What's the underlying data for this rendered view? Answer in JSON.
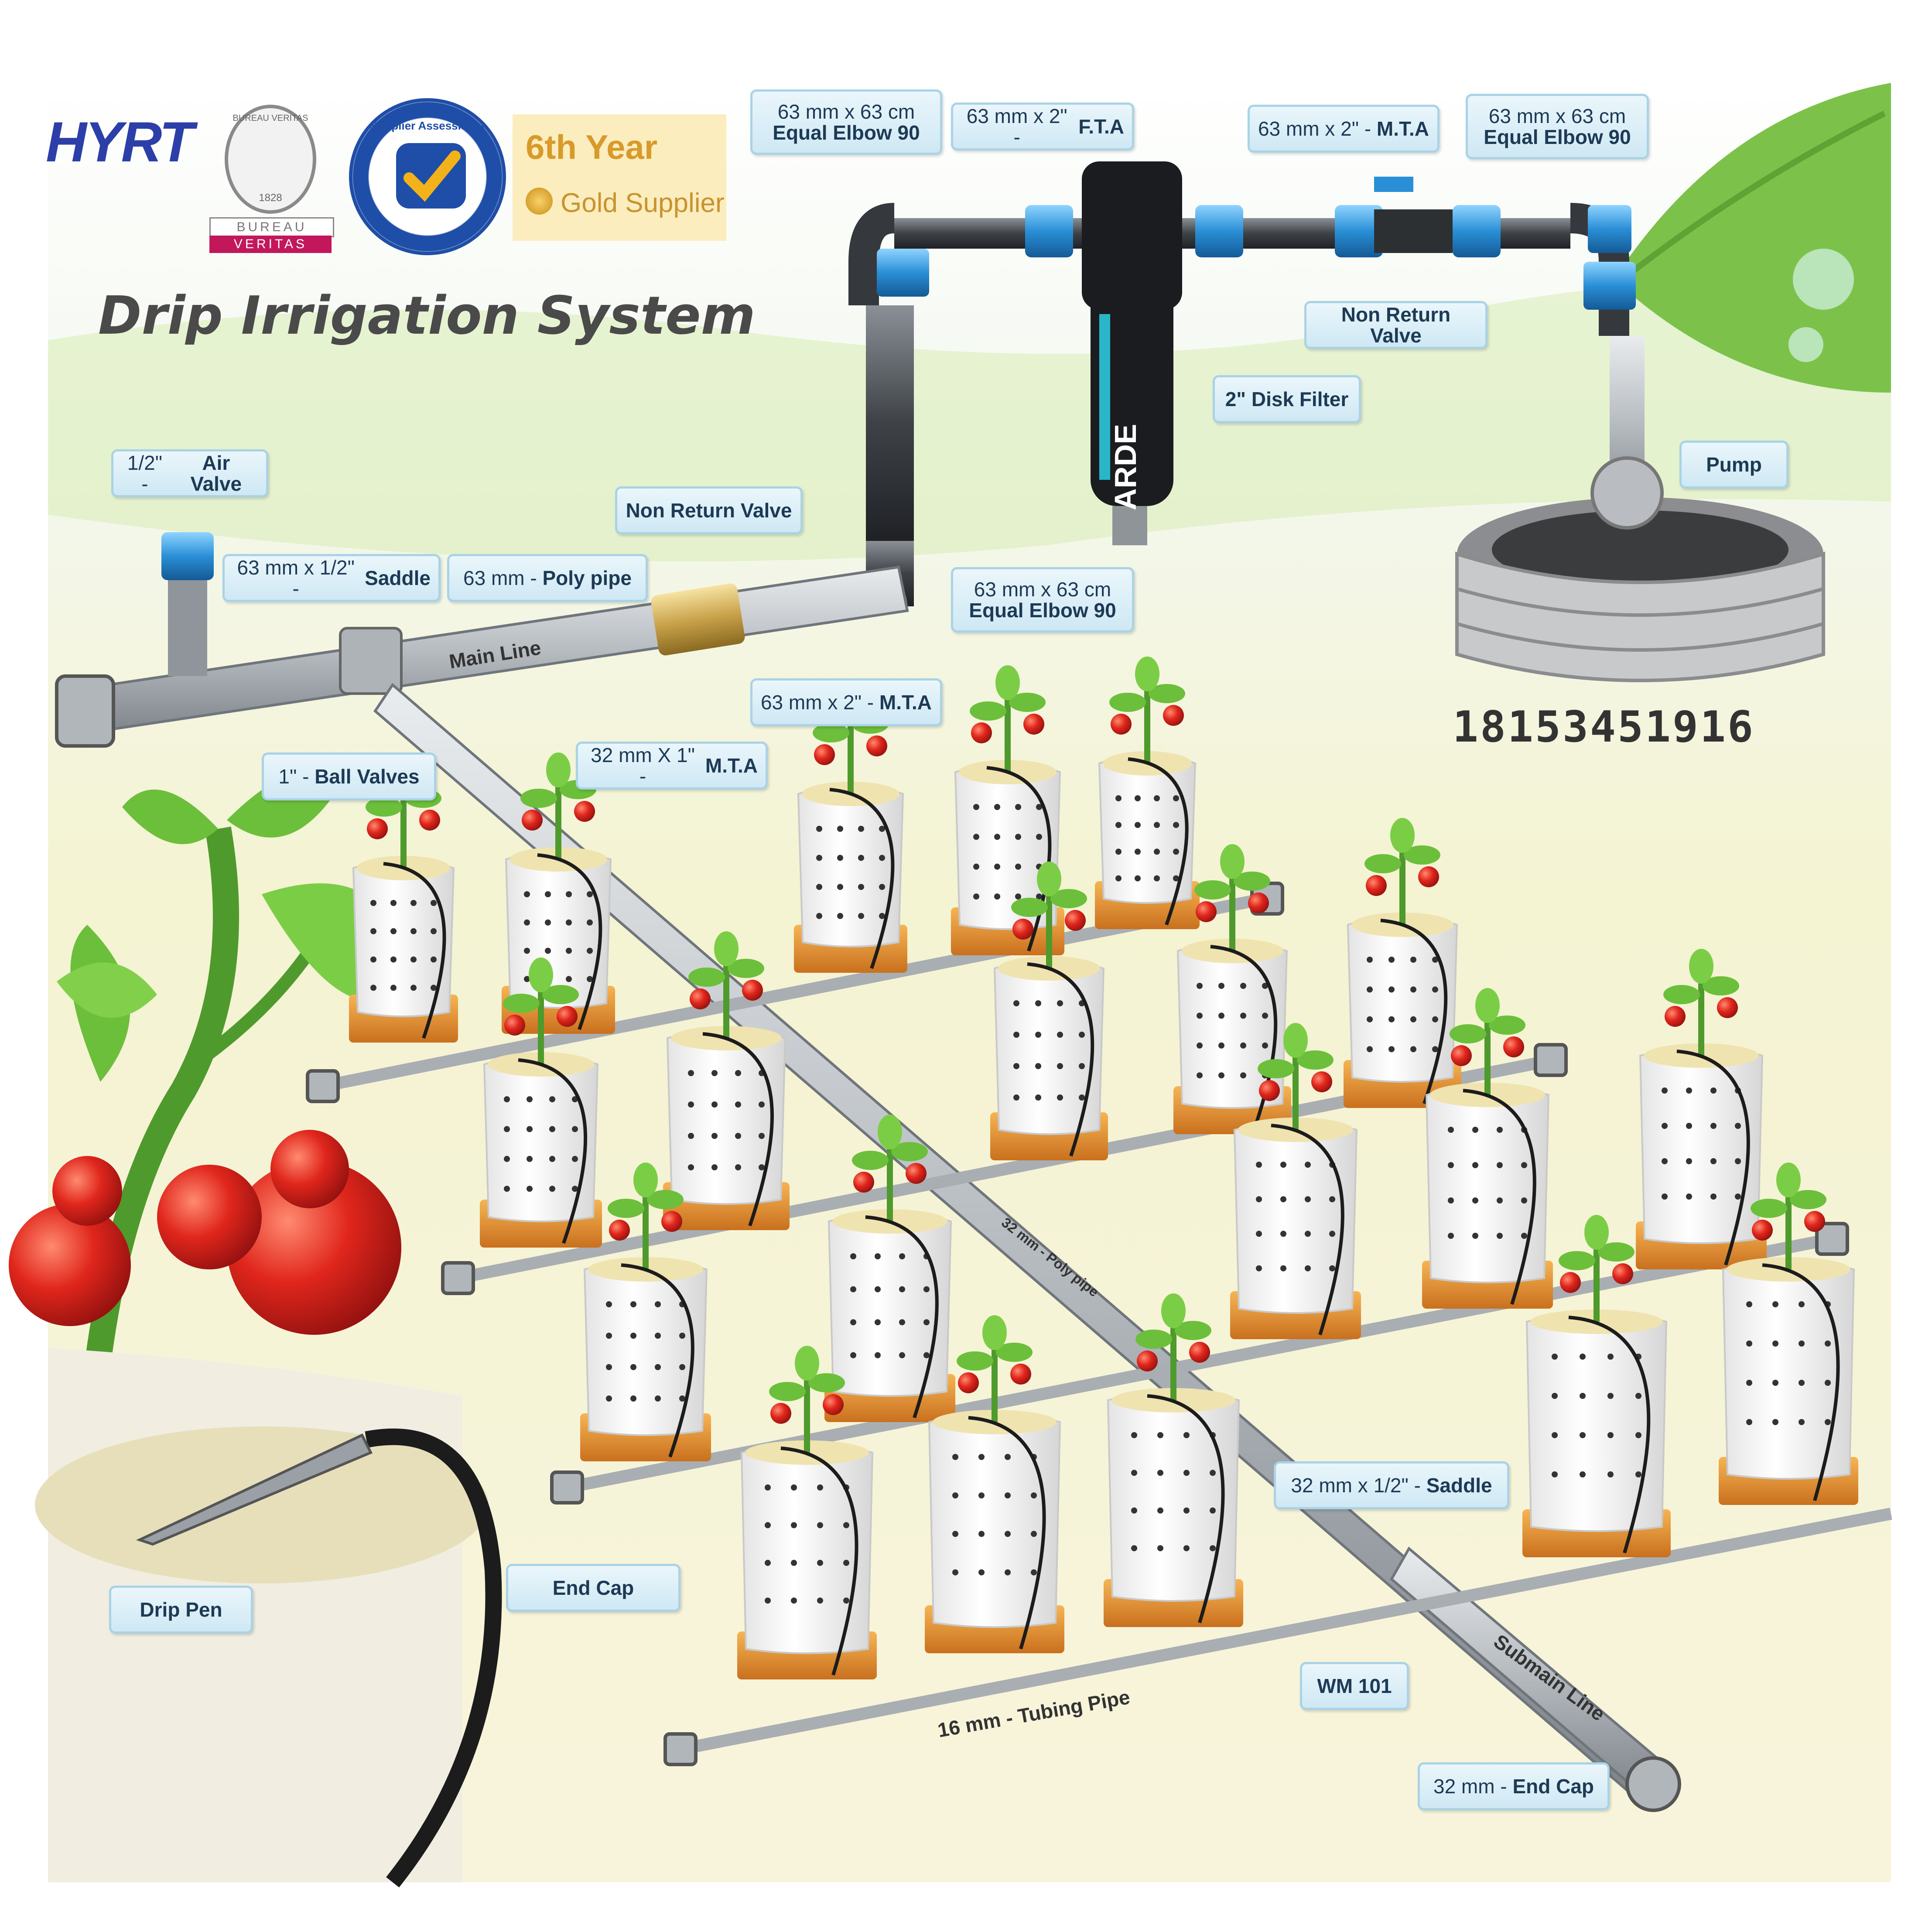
{
  "title": "Drip Irrigation System",
  "phone": "18153451916",
  "brand": {
    "logo": "HYRT",
    "bv_ring": "BUREAU VERITAS",
    "bv_year": "1828",
    "bv_bar_top": "BUREAU",
    "bv_bar_bottom": "VERITAS",
    "seal_ring": "Supplier Assessment",
    "badge_year": "6th Year",
    "badge_supplier": "Gold Supplier"
  },
  "filter_brand": "ARDE",
  "callouts": {
    "elbow_top_left": {
      "l1": "63 mm x 63 cm",
      "l2": "Equal Elbow 90"
    },
    "fta": {
      "light": "63 mm x 2\" - ",
      "bold": "F.T.A"
    },
    "mta_top": {
      "light": "63 mm x 2\" - ",
      "bold": "M.T.A"
    },
    "elbow_top_right": {
      "l1": "63 mm x 63 cm",
      "l2": "Equal Elbow 90"
    },
    "non_return_top": "Non Return Valve",
    "disk_filter": "2\" Disk Filter",
    "pump": "Pump",
    "air_valve": {
      "light": "1/2\" - ",
      "bold": "Air Valve"
    },
    "non_return_main": "Non Return Valve",
    "saddle_main": {
      "light": "63 mm x 1/2\" - ",
      "bold": "Saddle"
    },
    "poly_pipe": {
      "light": "63 mm - ",
      "bold": "Poly pipe"
    },
    "elbow_main": {
      "l1": "63 mm x 63 cm",
      "l2": "Equal Elbow 90"
    },
    "mta_main": {
      "light": "63 mm x 2\" - ",
      "bold": "M.T.A"
    },
    "ball_valves": {
      "light": "1\" - ",
      "bold": "Ball Valves"
    },
    "mta_32": {
      "light": "32 mm X 1\" - ",
      "bold": "M.T.A"
    },
    "saddle_sub": {
      "light": "32 mm x 1/2\" - ",
      "bold": "Saddle"
    },
    "end_cap": "End Cap",
    "drip_pen": "Drip Pen",
    "wm101": "WM 101",
    "end_cap_32": {
      "light": "32 mm - ",
      "bold": "End Cap"
    }
  },
  "pipe_labels": {
    "main_line": "Main Line",
    "poly_pipe_32": "32 mm - Poly pipe",
    "submain": "Submain Line",
    "tubing": "16 mm - Tubing Pipe"
  },
  "colors": {
    "pipe": "#b9bdc2",
    "fitting_blue": "#2a8fd6",
    "tomato": "#d7261e",
    "leaf": "#6cbf3a",
    "callout_bg": "#d6ecf6",
    "sky": "#ffffff",
    "ground": "#f4efc6"
  }
}
